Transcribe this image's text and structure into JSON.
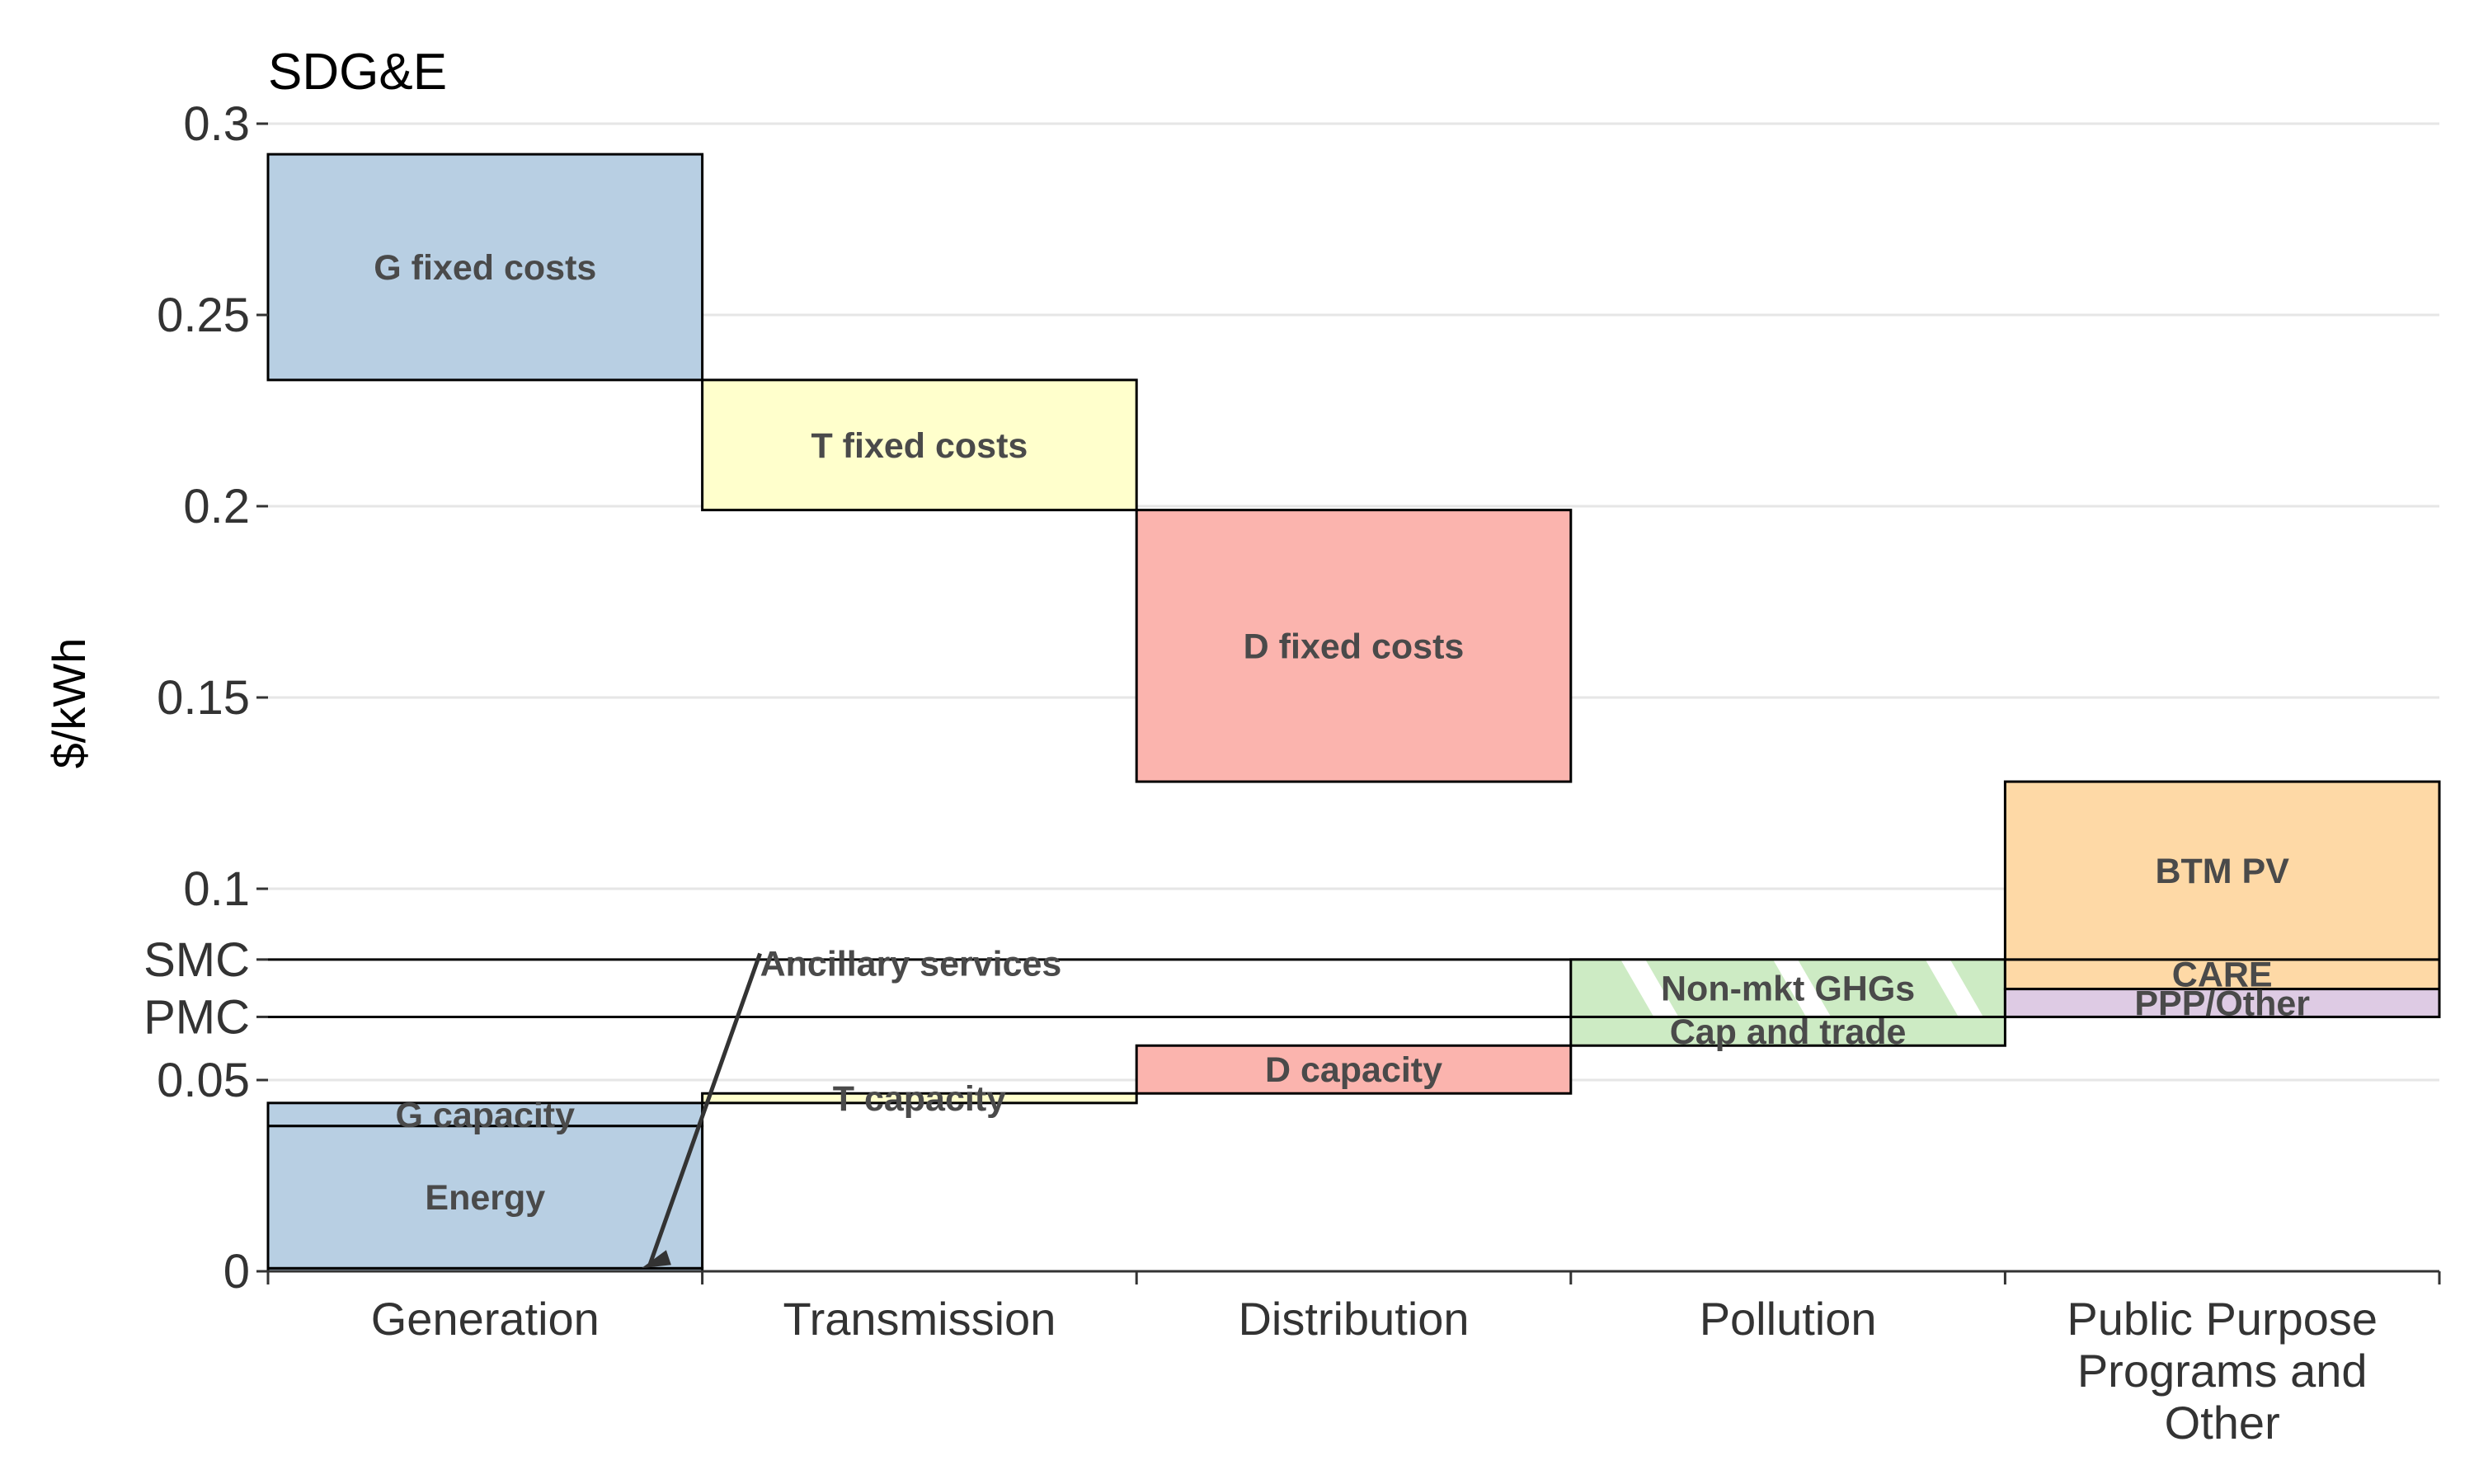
{
  "chart_data": {
    "type": "waterfall",
    "title": "SDG&E",
    "ylabel": "$/kWh",
    "ylim": [
      0,
      0.3
    ],
    "yticks": [
      {
        "value": 0,
        "label": "0"
      },
      {
        "value": 0.05,
        "label": "0.05"
      },
      {
        "value": 0.1,
        "label": "0.1"
      },
      {
        "value": 0.15,
        "label": "0.15"
      },
      {
        "value": 0.2,
        "label": "0.2"
      },
      {
        "value": 0.25,
        "label": "0.25"
      },
      {
        "value": 0.3,
        "label": "0.3"
      }
    ],
    "reference_lines": [
      {
        "label": "SMC",
        "value": 0.0815
      },
      {
        "label": "PMC",
        "value": 0.0665
      }
    ],
    "categories": [
      [
        "Generation"
      ],
      [
        "Transmission"
      ],
      [
        "Distribution"
      ],
      [
        "Pollution"
      ],
      [
        "Public Purpose",
        "Programs and",
        "Other"
      ]
    ],
    "segments": [
      {
        "label": "Ancillary services",
        "category": 0,
        "bottom": 0,
        "top": 0.0008,
        "color": "#b8cfe3",
        "callout": true
      },
      {
        "label": "Energy",
        "category": 0,
        "bottom": 0.0008,
        "top": 0.038,
        "color": "#b8cfe3"
      },
      {
        "label": "G capacity",
        "category": 0,
        "bottom": 0.038,
        "top": 0.044,
        "color": "#b8cfe3"
      },
      {
        "label": "T capacity",
        "category": 1,
        "bottom": 0.044,
        "top": 0.0465,
        "color": "#ffffcc"
      },
      {
        "label": "D capacity",
        "category": 2,
        "bottom": 0.0465,
        "top": 0.059,
        "color": "#fbb4ae"
      },
      {
        "label": "Cap and trade",
        "category": 3,
        "bottom": 0.059,
        "top": 0.0665,
        "color": "#cdebc4"
      },
      {
        "label": "Non-mkt GHGs",
        "category": 3,
        "bottom": 0.0665,
        "top": 0.0815,
        "color": "#cdebc4",
        "hatched": true
      },
      {
        "label": "PPP/Other",
        "category": 4,
        "bottom": 0.0665,
        "top": 0.0738,
        "color": "#decbe4"
      },
      {
        "label": "CARE",
        "category": 4,
        "bottom": 0.0738,
        "top": 0.0815,
        "color": "#fed9a6"
      },
      {
        "label": "BTM PV",
        "category": 4,
        "bottom": 0.0815,
        "top": 0.128,
        "color": "#fed9a6"
      },
      {
        "label": "D fixed costs",
        "category": 2,
        "bottom": 0.128,
        "top": 0.199,
        "color": "#fbb4ae"
      },
      {
        "label": "T fixed costs",
        "category": 1,
        "bottom": 0.199,
        "top": 0.233,
        "color": "#ffffcc"
      },
      {
        "label": "G fixed costs",
        "category": 0,
        "bottom": 0.233,
        "top": 0.292,
        "color": "#b8cfe3"
      }
    ]
  }
}
